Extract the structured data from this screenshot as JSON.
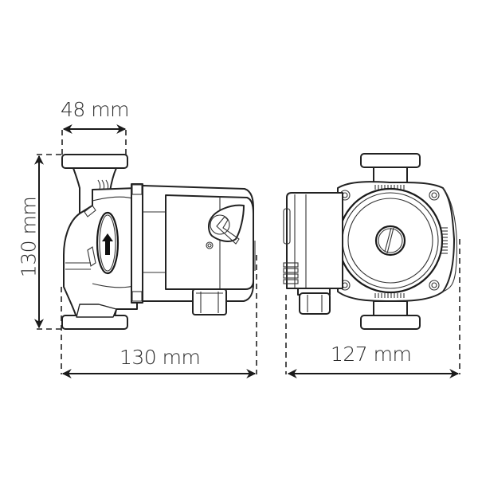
{
  "figure": {
    "type": "technical-dimension-drawing",
    "subject": "circulation pump",
    "views": [
      {
        "name": "side-view",
        "features": [
          "top-flange",
          "bottom-flange",
          "pump-housing",
          "flow-direction-arrow",
          "motor-housing",
          "speed-selector-knob",
          "cable-gland"
        ]
      },
      {
        "name": "front-view",
        "features": [
          "top-flange",
          "bottom-flange",
          "terminal-box",
          "motor-face",
          "vent-screw",
          "mounting-bolts",
          "cable-gland"
        ]
      }
    ]
  },
  "dimensions": {
    "flange_width": {
      "value": 48,
      "unit": "mm",
      "label": "48 mm"
    },
    "height": {
      "value": 130,
      "unit": "mm",
      "label": "130 mm"
    },
    "side_length": {
      "value": 130,
      "unit": "mm",
      "label": "130 mm"
    },
    "front_width": {
      "value": 127,
      "unit": "mm",
      "label": "127 mm"
    }
  },
  "colors": {
    "line": "#222222",
    "background": "#ffffff",
    "text": "#2a2a2a"
  }
}
